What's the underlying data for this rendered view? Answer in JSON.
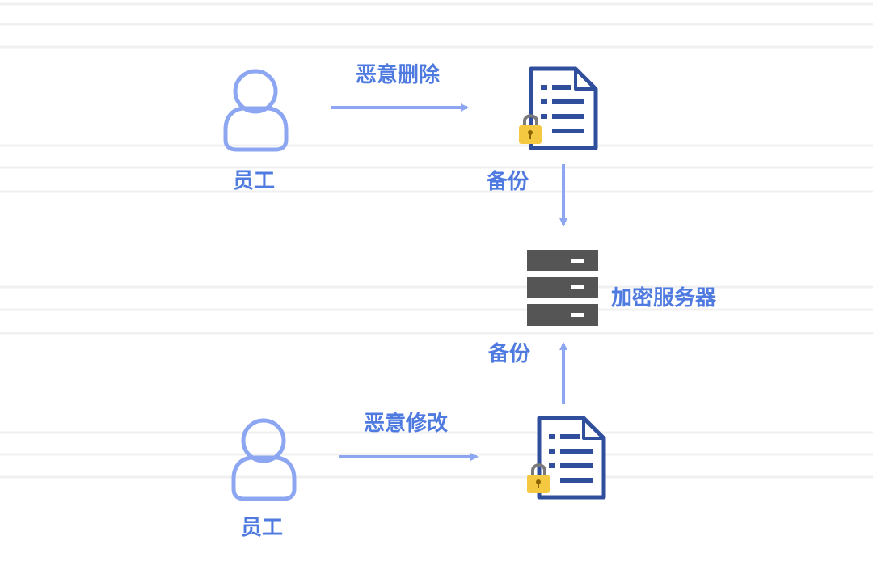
{
  "colors": {
    "person": "#8ca6f2",
    "arrow": "#8ca6f2",
    "label": "#4f7ae0",
    "document": "#2f4f9d",
    "lock_body": "#f5c842",
    "lock_keyhole": "#8a6400",
    "lock_shackle": "#7a7a7a",
    "server": "#555555",
    "server_slot": "#ffffff",
    "background_lines": "#f0f0f0"
  },
  "icons": {
    "person": "person-icon",
    "document": "document-icon",
    "lock": "lock-icon",
    "server": "server-icon"
  },
  "labels": {
    "employee_top": "员工",
    "employee_bottom": "员工",
    "malicious_delete": "恶意删除",
    "malicious_modify": "恶意修改",
    "backup_top": "备份",
    "backup_bottom": "备份",
    "encrypted_server": "加密服务器"
  }
}
